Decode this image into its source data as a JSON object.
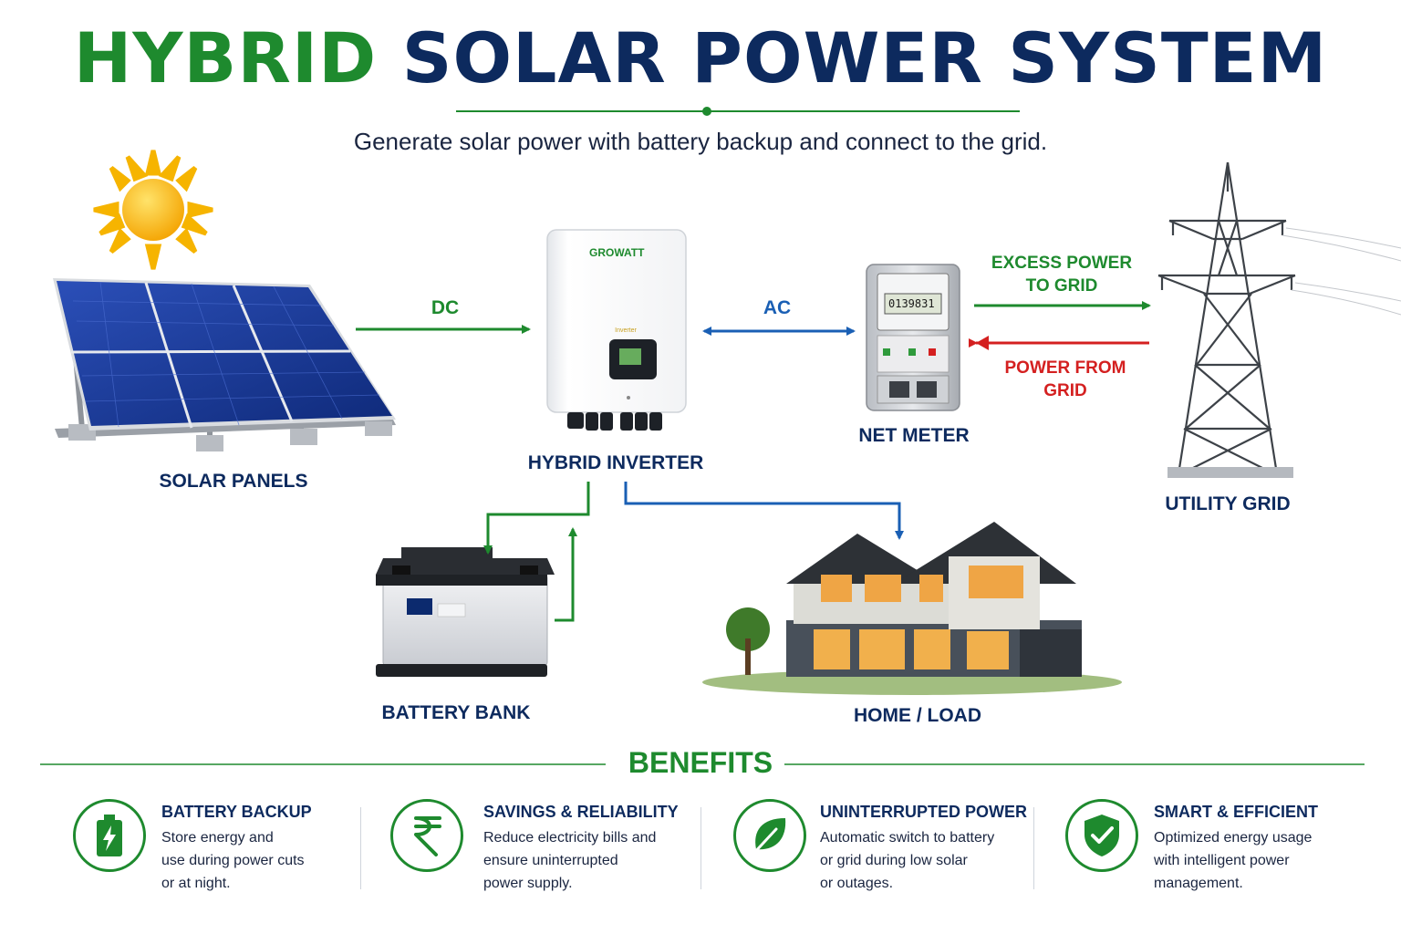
{
  "header": {
    "title_part1": "HYBRID",
    "title_part2": "SOLAR POWER SYSTEM",
    "subtitle": "Generate solar power with battery backup and connect to the grid."
  },
  "components": {
    "solar_panels": "SOLAR PANELS",
    "hybrid_inverter": "HYBRID INVERTER",
    "inverter_brand": "GROWATT",
    "net_meter": "NET METER",
    "meter_reading": "0139831",
    "utility_grid": "UTILITY GRID",
    "battery_bank": "BATTERY BANK",
    "home_load": "HOME / LOAD"
  },
  "flows": {
    "dc": "DC",
    "ac": "AC",
    "excess_line1": "EXCESS POWER",
    "excess_line2": "TO GRID",
    "from_grid_line1": "POWER FROM",
    "from_grid_line2": "GRID"
  },
  "colors": {
    "green": "#1e8a2e",
    "navy": "#0d2a5e",
    "blue": "#1a5fb4",
    "red": "#d42020"
  },
  "benefits": {
    "title": "BENEFITS",
    "items": [
      {
        "icon": "battery-icon",
        "title": "BATTERY BACKUP",
        "lines": [
          "Store energy and",
          "use during power cuts",
          "or at night."
        ]
      },
      {
        "icon": "rupee-icon",
        "title": "SAVINGS & RELIABILITY",
        "lines": [
          "Reduce electricity bills and",
          "ensure uninterrupted",
          "power supply."
        ]
      },
      {
        "icon": "leaf-icon",
        "title": "UNINTERRUPTED POWER",
        "lines": [
          "Automatic switch to battery",
          "or grid during low solar",
          "or outages."
        ]
      },
      {
        "icon": "shield-check-icon",
        "title": "SMART & EFFICIENT",
        "lines": [
          "Optimized energy usage",
          "with intelligent power",
          "management."
        ]
      }
    ]
  }
}
